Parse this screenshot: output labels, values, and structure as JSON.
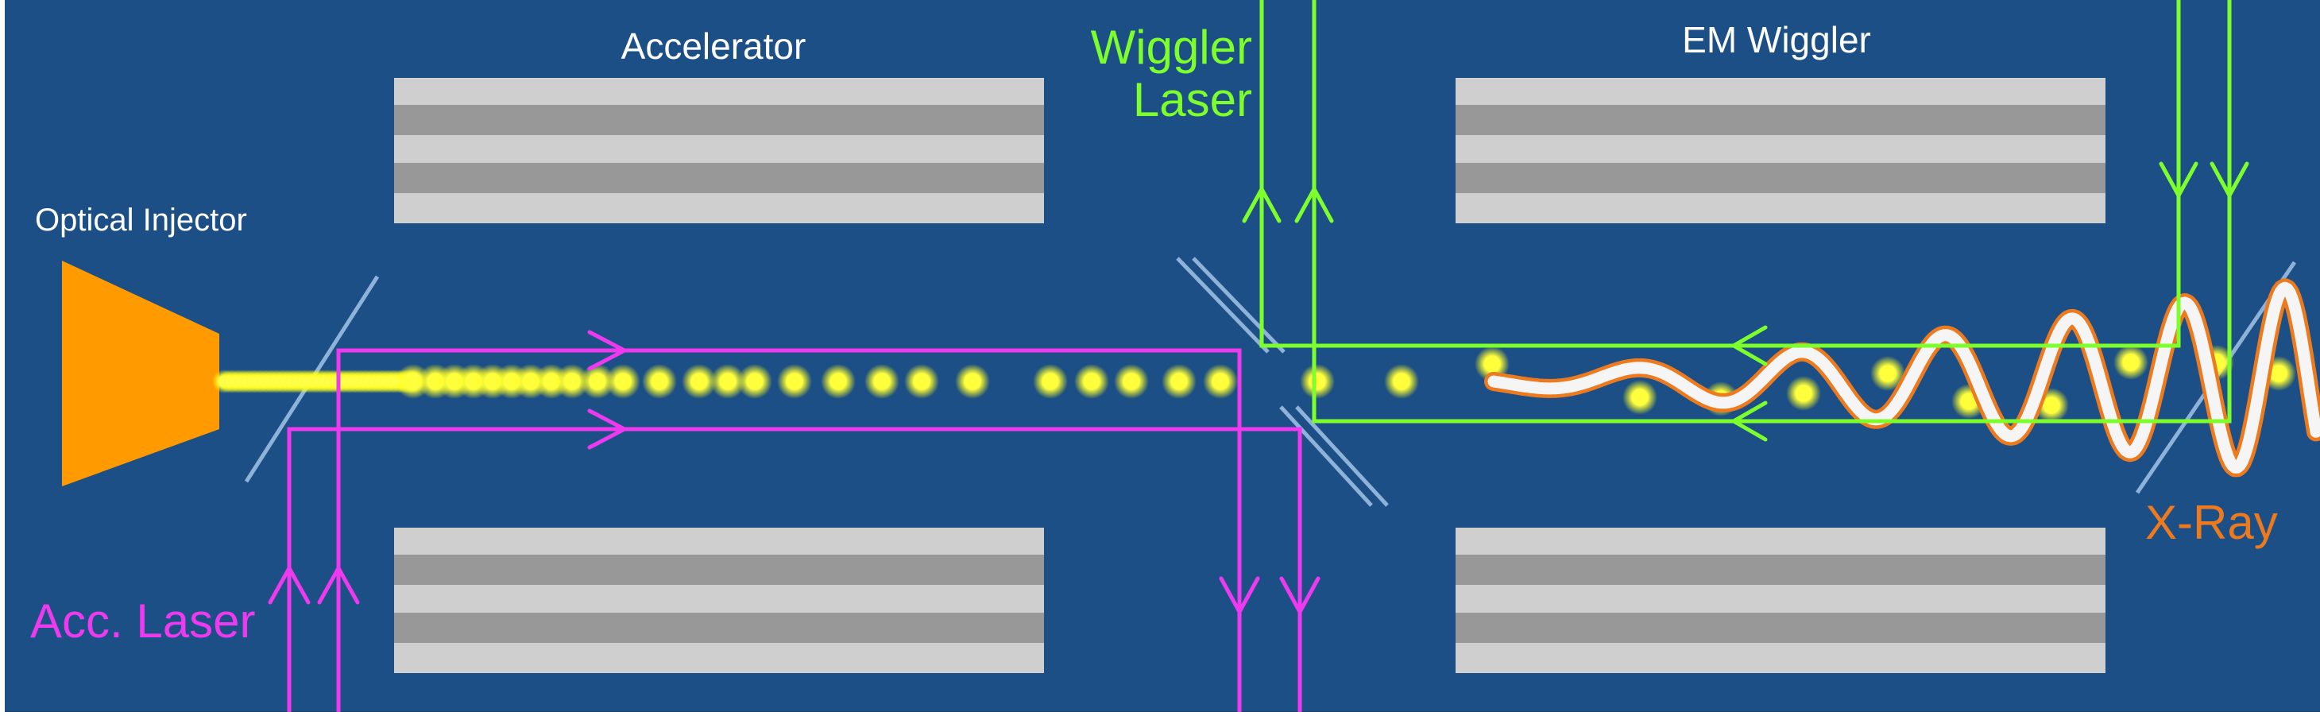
{
  "labels": {
    "accelerator": "Accelerator",
    "em_wiggler": "EM Wiggler",
    "optical_injector": "Optical Injector",
    "wiggler_laser_line1": "Wiggler",
    "wiggler_laser_line2": "Laser",
    "acc_laser": "Acc. Laser",
    "xray": "X-Ray"
  },
  "colors": {
    "background": "#1c4f86",
    "injector": "#ff9a00",
    "electron": "#ffff3c",
    "acc_laser": "#ee3aee",
    "wiggler_laser": "#7dff2c",
    "xray": "#ee7a1e",
    "magnet_outer": "#cfcfcf",
    "magnet_inner": "#989898"
  }
}
